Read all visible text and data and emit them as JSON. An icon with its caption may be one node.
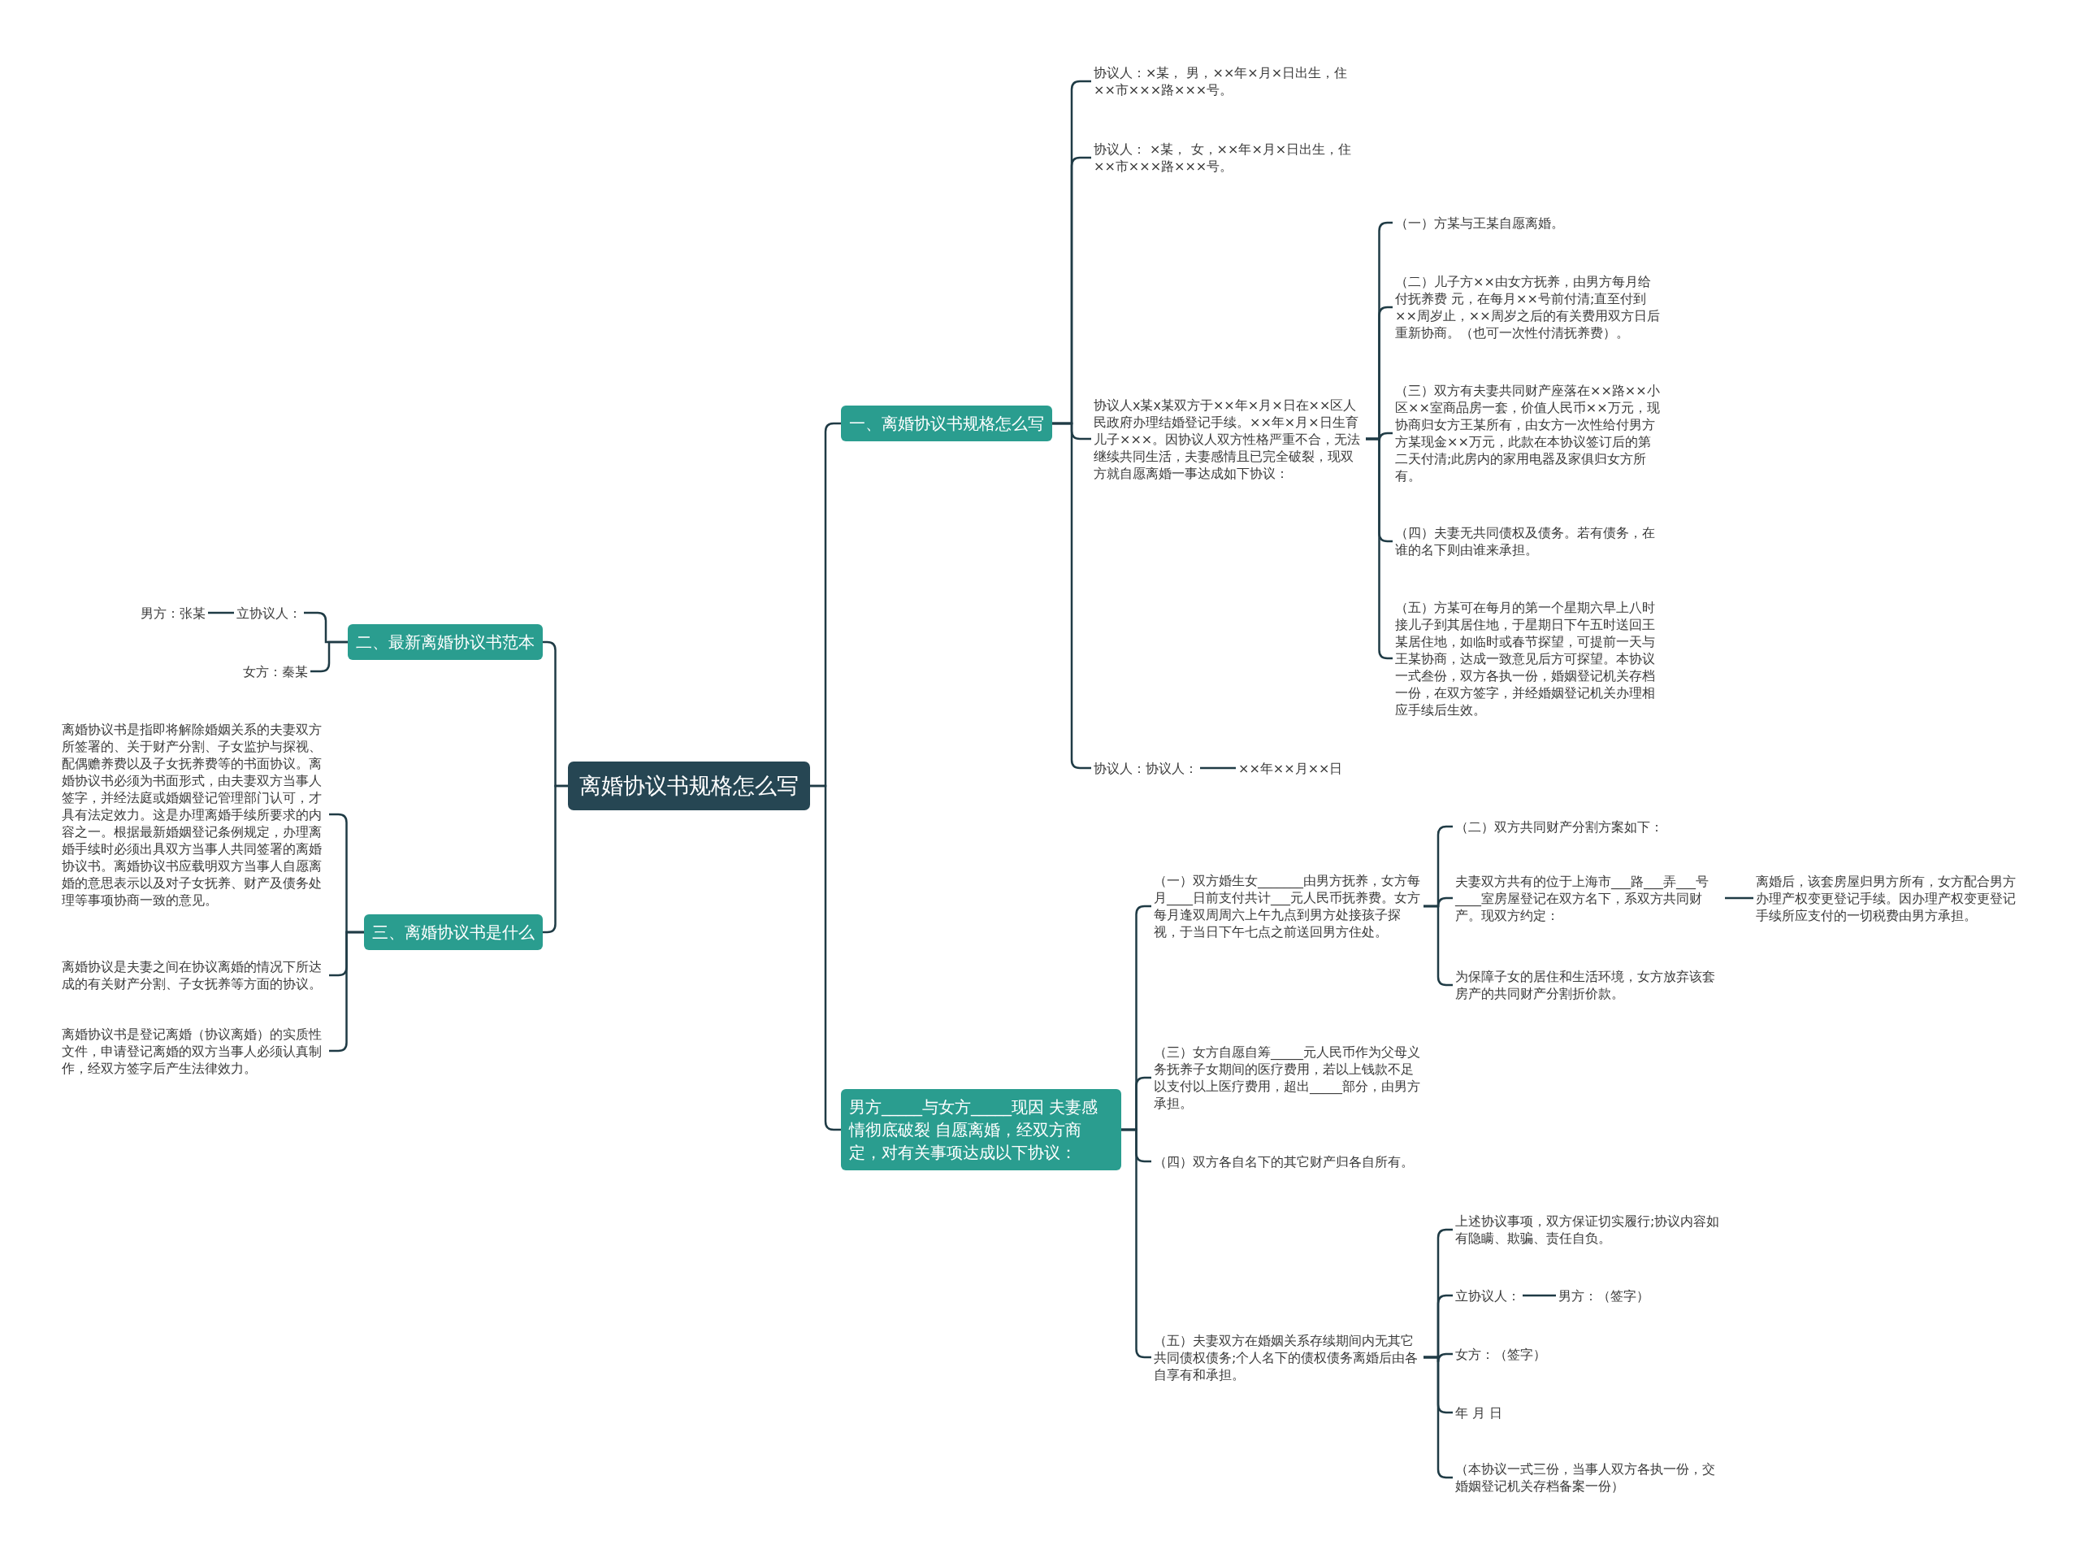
{
  "diagram": {
    "nodes": [
      {
        "text": [
          "离婚协议书规格怎么写"
        ]
      },
      {
        "text": [
          "一、离婚协议书规格怎么写"
        ]
      },
      {
        "text": [
          "协议人：×某， 男，××年×月×日出生，住××市×××路×××号。"
        ]
      },
      {
        "text": [
          "协议人： ×某， 女，××年×月×日出生，住××市×××路×××号。"
        ]
      },
      {
        "text": [
          "协议人x某x某双方于××年×月×日在××区人民政府办理结婚登记手续。××年×月×日生育儿子×××。因协议人双方性格严重不合，无法继续共同生活，夫妻感情且已完全破裂，现双方就自愿离婚一事达成如下协议："
        ]
      },
      {
        "text": [
          "（一）方某与王某自愿离婚。"
        ]
      },
      {
        "text": [
          "（二）儿子方××由女方抚养，由男方每月给付抚养费 元，在每月××号前付清;直至付到××周岁止，××周岁之后的有关费用双方日后重新协商。（也可一次性付清抚养费）。"
        ]
      },
      {
        "text": [
          "（三）双方有夫妻共同财产座落在××路××小区××室商品房一套，价值人民币××万元，现协商归女方王某所有，由女方一次性给付男方方某现金××万元，此款在本协议签订后的第二天付清;此房内的家用电器及家俱归女方所有。"
        ]
      },
      {
        "text": [
          "（四）夫妻无共同债权及债务。若有债务，在谁的名下则由谁来承担。"
        ]
      },
      {
        "text": [
          "（五）方某可在每月的第一个星期六早上八时接儿子到其居住地，于星期日下午五时送回王某居住地，如临时或春节探望，可提前一天与王某协商，达成一致意见后方可探望。本协议一式叁份，双方各执一份，婚姻登记机关存档一份，在双方签字，并经婚姻登记机关办理相应手续后生效。"
        ]
      },
      {
        "text": [
          "协议人：协议人："
        ]
      },
      {
        "text": [
          "××年××月××日"
        ]
      },
      {
        "text": [
          "二、最新离婚协议书范本"
        ]
      },
      {
        "text": [
          "立协议人："
        ]
      },
      {
        "text": [
          "男方：张某"
        ]
      },
      {
        "text": [
          "女方：秦某"
        ]
      },
      {
        "text": [
          "三、离婚协议书是什么"
        ]
      },
      {
        "text": [
          "离婚协议书是指即将解除婚姻关系的夫妻双方所签署的、关于财产分割、子女监护与探视、配偶赡养费以及子女抚养费等的书面协议。离婚协议书必须为书面形式，由夫妻双方当事人签字，并经法庭或婚姻登记管理部门认可，才具有法定效力。这是办理离婚手续所要求的内容之一。根据最新婚姻登记条例规定，办理离婚手续时必须出具双方当事人共同签署的离婚协议书。离婚协议书应载明双方当事人自愿离婚的意思表示以及对子女抚养、财产及债务处理等事项协商一致的意见。"
        ]
      },
      {
        "text": [
          "离婚协议是夫妻之间在协议离婚的情况下所达成的有关财产分割、子女抚养等方面的协议。"
        ]
      },
      {
        "text": [
          "离婚协议书是登记离婚（协议离婚）的实质性文件，申请登记离婚的双方当事人必须认真制作，经双方签字后产生法律效力。"
        ]
      },
      {
        "text": [
          "男方_____与女方_____现因 夫妻感情彻底破裂 自愿离婚，经双方商定，对有关事项达成以下协议："
        ]
      },
      {
        "text": [
          "（一）双方婚生女_______由男方抚养，女方每月____日前支付共计___元人民币抚养费。女方每月逢双周周六上午九点到男方处接孩子探视，于当日下午七点之前送回男方住处。"
        ]
      },
      {
        "text": [
          "（二）双方共同财产分割方案如下："
        ]
      },
      {
        "text": [
          "夫妻双方共有的位于上海市___路___弄___号____室房屋登记在双方名下，系双方共同财产。现双方约定："
        ]
      },
      {
        "text": [
          "离婚后，该套房屋归男方所有，女方配合男方办理产权变更登记手续。因办理产权变更登记手续所应支付的一切税费由男方承担。"
        ]
      },
      {
        "text": [
          "为保障子女的居住和生活环境，女方放弃该套房产的共同财产分割折价款。"
        ]
      },
      {
        "text": [
          "（三）女方自愿自筹_____元人民币作为父母义务抚养子女期间的医疗费用，若以上钱款不足以支付以上医疗费用，超出_____部分，由男方承担。"
        ]
      },
      {
        "text": [
          "（四）双方各自名下的其它财产归各自所有。"
        ]
      },
      {
        "text": [
          "（五）夫妻双方在婚姻关系存续期间内无其它共同债权债务;个人名下的债权债务离婚后由各自享有和承担。"
        ]
      },
      {
        "text": [
          "上述协议事项，双方保证切实履行;协议内容如有隐瞒、欺骗、责任自负。"
        ]
      },
      {
        "text": [
          "立协议人："
        ]
      },
      {
        "text": [
          "男方：（签字）"
        ]
      },
      {
        "text": [
          "女方：（签字）"
        ]
      },
      {
        "text": [
          "年 月 日"
        ]
      },
      {
        "text": [
          "（本协议一式三份，当事人双方各执一份，交婚姻登记机关存档备案一份）"
        ]
      }
    ],
    "edges": [
      {
        "from": 0,
        "to": 1,
        "arrow": "none"
      },
      {
        "from": 1,
        "to": 2,
        "arrow": "none"
      },
      {
        "from": 1,
        "to": 3,
        "arrow": "none"
      },
      {
        "from": 1,
        "to": 4,
        "arrow": "none"
      },
      {
        "from": 4,
        "to": 5,
        "arrow": "none"
      },
      {
        "from": 4,
        "to": 6,
        "arrow": "none"
      },
      {
        "from": 4,
        "to": 7,
        "arrow": "none"
      },
      {
        "from": 4,
        "to": 8,
        "arrow": "none"
      },
      {
        "from": 4,
        "to": 9,
        "arrow": "none"
      },
      {
        "from": 1,
        "to": 10,
        "arrow": "none"
      },
      {
        "from": 10,
        "to": 11,
        "arrow": "none"
      },
      {
        "from": 0,
        "to": 12,
        "arrow": "none"
      },
      {
        "from": 12,
        "to": 13,
        "arrow": "none"
      },
      {
        "from": 13,
        "to": 14,
        "arrow": "none"
      },
      {
        "from": 12,
        "to": 15,
        "arrow": "none"
      },
      {
        "from": 0,
        "to": 16,
        "arrow": "none"
      },
      {
        "from": 16,
        "to": 17,
        "arrow": "none"
      },
      {
        "from": 16,
        "to": 18,
        "arrow": "none"
      },
      {
        "from": 16,
        "to": 19,
        "arrow": "none"
      },
      {
        "from": 0,
        "to": 20,
        "arrow": "none"
      },
      {
        "from": 20,
        "to": 21,
        "arrow": "none"
      },
      {
        "from": 21,
        "to": 22,
        "arrow": "none"
      },
      {
        "from": 21,
        "to": 23,
        "arrow": "none"
      },
      {
        "from": 23,
        "to": 24,
        "arrow": "none"
      },
      {
        "from": 21,
        "to": 25,
        "arrow": "none"
      },
      {
        "from": 20,
        "to": 26,
        "arrow": "none"
      },
      {
        "from": 20,
        "to": 27,
        "arrow": "none"
      },
      {
        "from": 20,
        "to": 28,
        "arrow": "none"
      },
      {
        "from": 28,
        "to": 29,
        "arrow": "none"
      },
      {
        "from": 28,
        "to": 30,
        "arrow": "none"
      },
      {
        "from": 30,
        "to": 31,
        "arrow": "none"
      },
      {
        "from": 28,
        "to": 32,
        "arrow": "none"
      },
      {
        "from": 28,
        "to": 33,
        "arrow": "none"
      },
      {
        "from": 28,
        "to": 34,
        "arrow": "none"
      }
    ]
  }
}
